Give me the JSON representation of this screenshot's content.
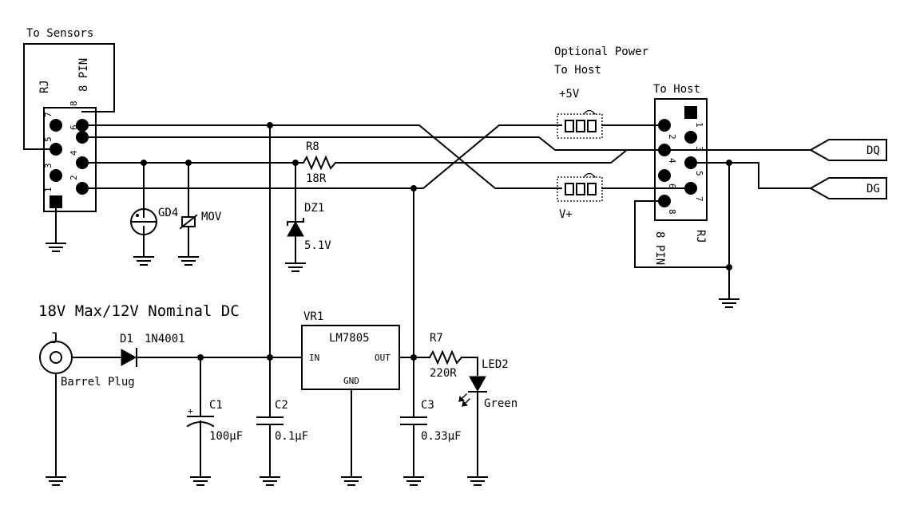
{
  "labels": {
    "to_sensors": "To Sensors",
    "rj_left": "RJ",
    "pin8_left": "8 PIN",
    "optional_power": "Optional Power",
    "to_host_small": "To Host",
    "plus5v": "+5V",
    "vplus": "V+",
    "to_host": "To Host",
    "rj_right": "RJ",
    "pin8_right": "8 PIN",
    "dq": "DQ",
    "dg": "DG",
    "r8": "R8",
    "r8_val": "18R",
    "gd4": "GD4",
    "mov": "MOV",
    "dz1": "DZ1",
    "dz1_val": "5.1V",
    "dc_title": "18V Max/12V Nominal DC",
    "j": "J",
    "barrel": "Barrel Plug",
    "d1": "D1",
    "d1_val": "1N4001",
    "vr1": "VR1",
    "lm7805": "LM7805",
    "in": "IN",
    "out": "OUT",
    "gnd": "GND",
    "r7": "R7",
    "r7_val": "220R",
    "led2": "LED2",
    "green": "Green",
    "c1": "C1",
    "c1_val": "100µF",
    "c2": "C2",
    "c2_val": "0.1µF",
    "c3": "C3",
    "c3_val": "0.33µF",
    "plus": "+"
  },
  "pins_left": [
    "8",
    "7",
    "6",
    "5",
    "4",
    "3",
    "2",
    "1"
  ],
  "pins_right": [
    "1",
    "2",
    "3",
    "4",
    "5",
    "6",
    "7",
    "8"
  ]
}
